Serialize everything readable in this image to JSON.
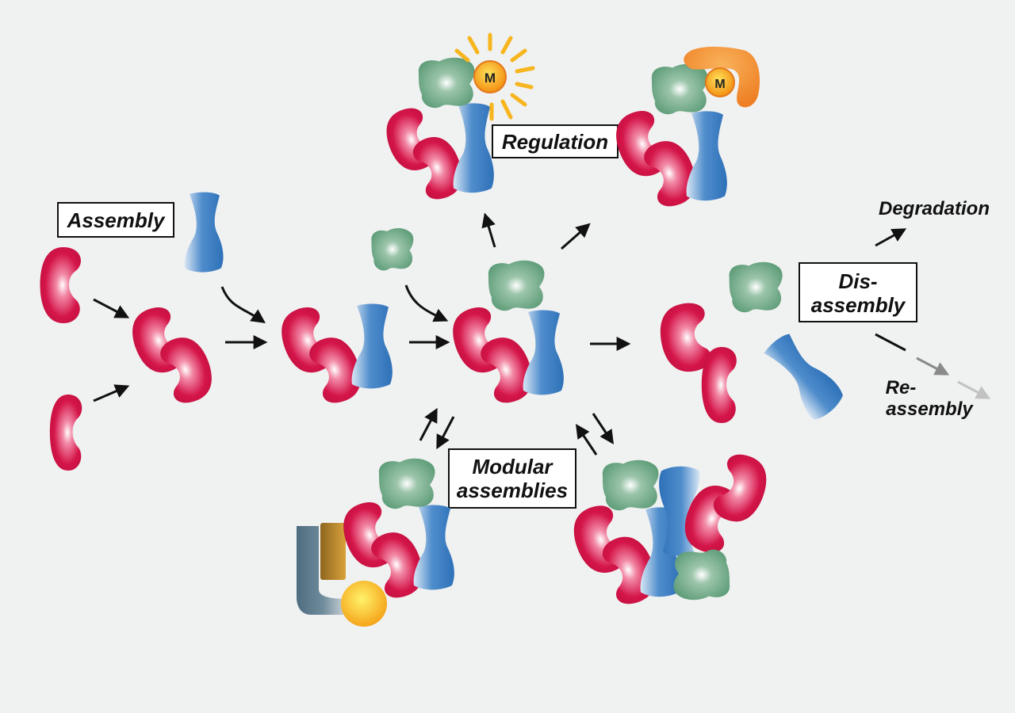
{
  "labels": {
    "assembly": "Assembly",
    "regulation": "Regulation",
    "disassembly_line1": "Dis-",
    "disassembly_line2": "assembly",
    "degradation": "Degradation",
    "reassembly_line1": "Re-",
    "reassembly_line2": "assembly",
    "modular_line1": "Modular",
    "modular_line2": "assemblies",
    "metal_1": "M",
    "metal_2": "M"
  },
  "colors": {
    "background": "#f0f1f1",
    "red_subunit": "#d4154a",
    "blue_subunit": "#2e71b8",
    "green_subunit": "#5a9a75",
    "metal_ion": "#f7a21b",
    "sun_rays": "#f7b51e",
    "orange_partner": "#f08a2c",
    "slate_partner": "#4e6d80",
    "bronze_partner": "#c08a2a",
    "yellow_ball": "#f7c51e",
    "arrow": "#111111"
  }
}
